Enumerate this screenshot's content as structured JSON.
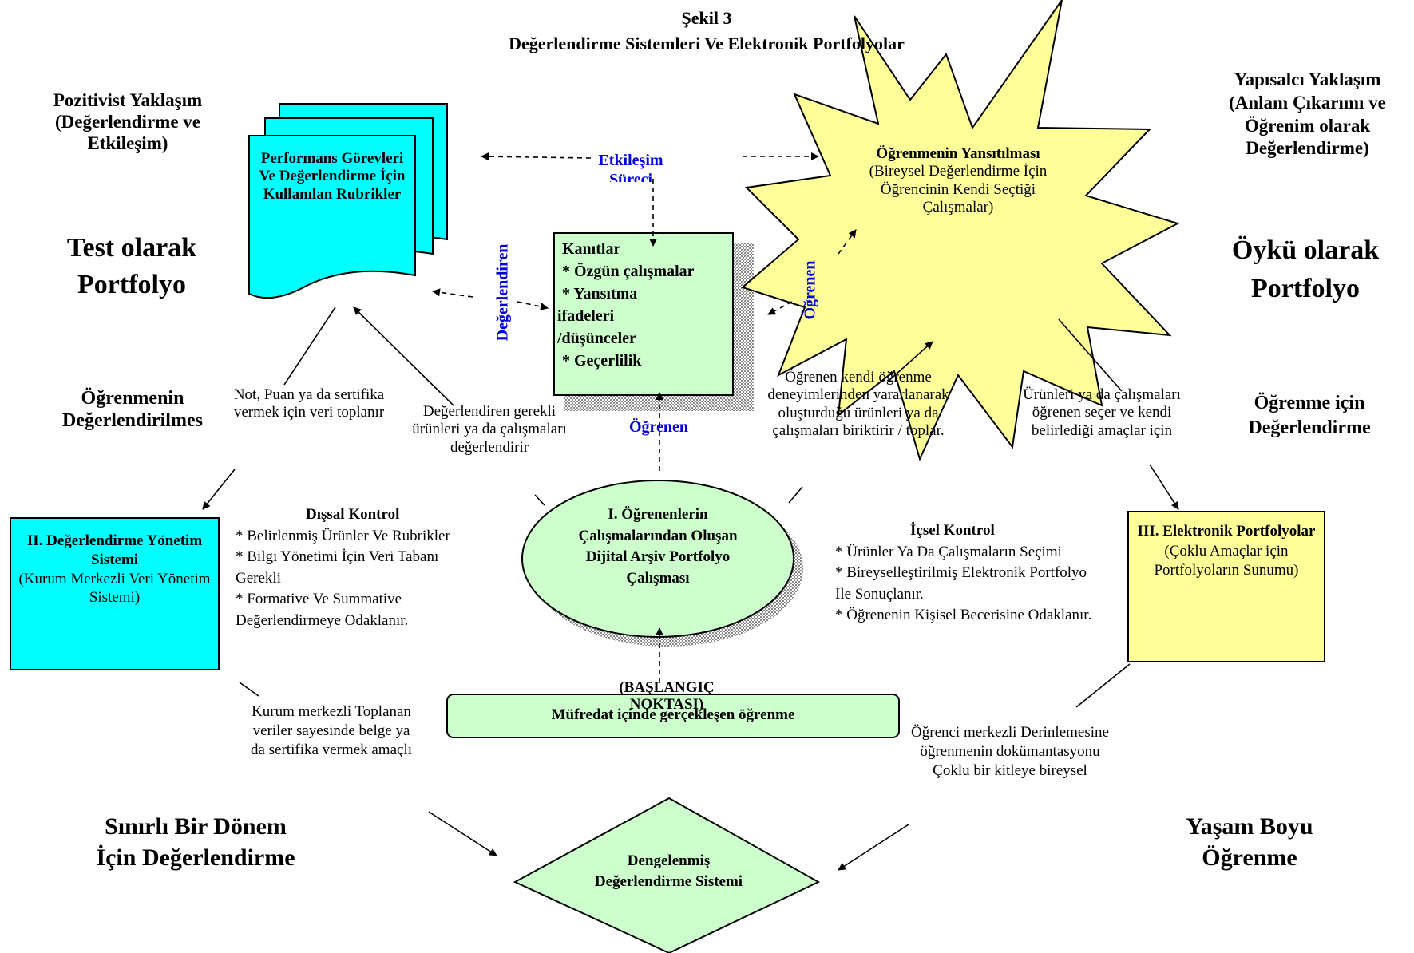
{
  "header": {
    "figure_label": "Şekil 3",
    "figure_title": "Değerlendirme Sistemleri Ve Elektronik Portfolyolar"
  },
  "left": {
    "approach": "Pozitivist Yaklaşım (Değerlendirme ve Etkileşim)",
    "portfolio_type": "Test olarak Portfolyo",
    "assessment_kind": "Öğrenmenin Değerlendirilmes",
    "period": "Sınırlı Bir Dönem İçin Değerlendirme"
  },
  "right": {
    "approach": "Yapısalcı Yaklaşım (Anlam Çıkarımı ve Öğrenim olarak Değerlendirme)",
    "portfolio_type": "Öykü olarak Portfolyo",
    "assessment_kind": "Öğrenme için Değerlendirme",
    "period": "Yaşam Boyu Öğrenme"
  },
  "rubric_doc": {
    "text": "Performans Görevleri Ve Değerlendirme İçin Kullanılan Rubrikler"
  },
  "interaction": {
    "label": "Etkileşim Süreci"
  },
  "evidence_box": {
    "title": "Kanıtlar",
    "item1": "* Özgün çalışmalar",
    "item2": "* Yansıtma",
    "item3": "ifadeleri",
    "item4": "/düşünceler",
    "item5": "* Geçerlilik"
  },
  "star": {
    "title": "Öğrenmenin Yansıtılması",
    "body": "(Bireysel Değerlendirme İçin Öğrencinin Kendi Seçtiği Çalışmalar)"
  },
  "role_labels": {
    "assessor": "Değerlendiren",
    "learner_vertical": "Öğrenen",
    "learner_horizontal": "Öğrenen"
  },
  "notes": {
    "grades": "Not, Puan ya da sertifika vermek için veri toplanır",
    "assessor_evaluates": "Değerlendiren gerekli ürünleri ya da çalışmaları değerlendirir",
    "learner_collects": "Öğrenen kendi öğrenme deneyimlerinden yararlanarak oluşturduğu ürünleri ya da çalışmaları biriktirir / toplar.",
    "learner_selects": "Ürünleri ya da çalışmaları öğrenen seçer ve kendi belirlediği amaçlar için",
    "institution_centered": "Kurum merkezli Toplanan veriler sayesinde belge ya da sertifika vermek amaçlı",
    "student_centered": "Öğrenci merkezli Derinlemesine öğrenmenin dokümantasyonu Çoklu bir kitleye bireysel"
  },
  "mgmt_box": {
    "title": "II. Değerlendirme Yönetim Sistemi",
    "subtitle": "(Kurum Merkezli Veri Yönetim Sistemi)"
  },
  "external_control": {
    "title": "Dışsal Kontrol",
    "item1": "* Belirlenmiş Ürünler Ve Rubrikler",
    "item2": "* Bilgi Yönetimi İçin Veri Tabanı Gerekli",
    "item3": "* Formative Ve Summative Değerlendirmeye Odaklanır."
  },
  "archive_ellipse": {
    "text": "I. Öğrenenlerin Çalışmalarından Oluşan Dijital Arşiv Portfolyo Çalışması"
  },
  "internal_control": {
    "title": "İçsel Kontrol",
    "item1": "* Ürünler Ya Da Çalışmaların Seçimi",
    "item2": "* Bireyselleştirilmiş Elektronik Portfolyo İle Sonuçlanır.",
    "item3": "* Öğrenenin Kişisel Becerisine Odaklanır."
  },
  "eportfolio_box": {
    "title": "III. Elektronik Portfolyolar",
    "subtitle": "(Çoklu Amaçlar için Portfolyoların Sunumu)"
  },
  "start": {
    "label": "(BAŞLANGIÇ NOKTASI)",
    "bar": "Müfredat içinde gerçekleşen öğrenme"
  },
  "diamond": {
    "text": "Dengelenmiş Değerlendirme Sistemi"
  },
  "colors": {
    "cyan": "#00ffff",
    "yellow": "#ffff99",
    "green": "#ccffcc",
    "blue_text": "#0000e0"
  }
}
